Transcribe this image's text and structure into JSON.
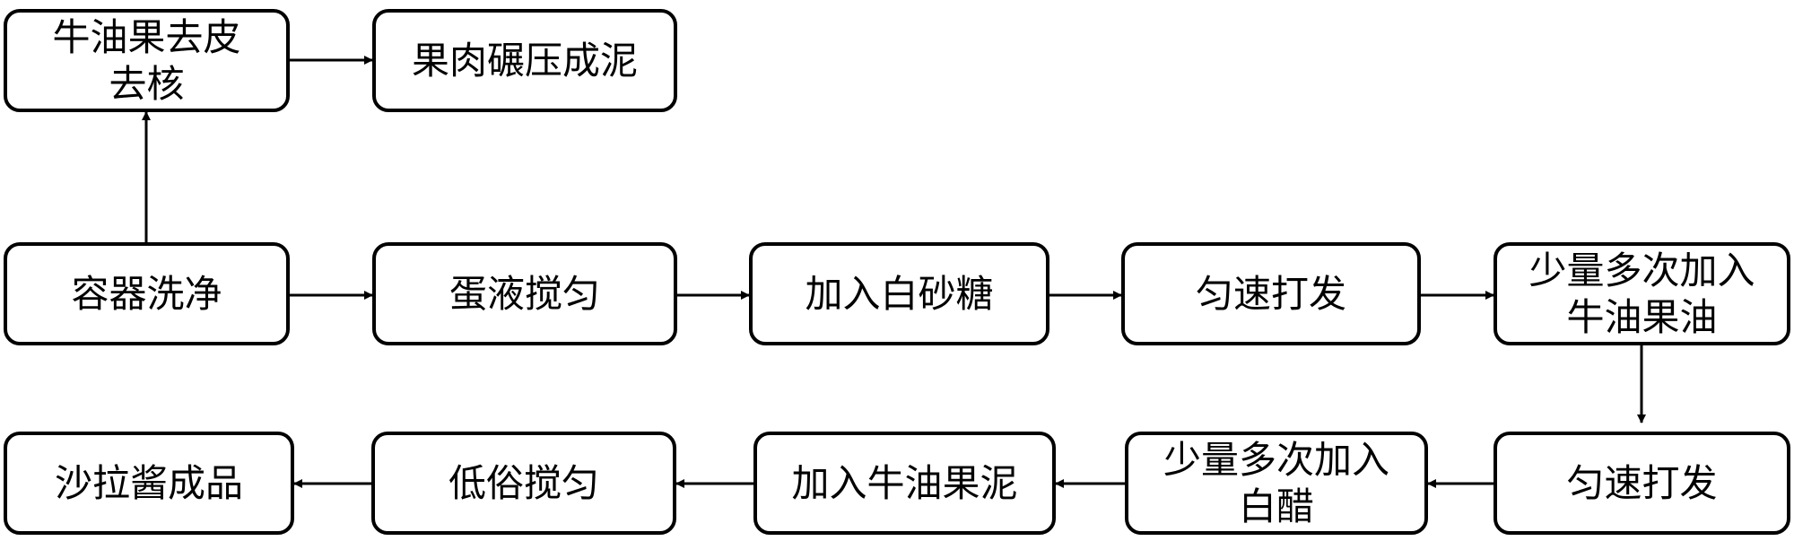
{
  "diagram": {
    "nodes": {
      "avocado_peel_pit": "牛油果去皮\n去核",
      "mash_pulp": "果肉碾压成泥",
      "clean_container": "容器洗净",
      "beat_eggs": "蛋液搅匀",
      "add_sugar": "加入白砂糖",
      "whisk_1": "匀速打发",
      "add_avocado_oil": "少量多次加入\n牛油果油",
      "whisk_2": "匀速打发",
      "add_vinegar": "少量多次加入\n白醋",
      "add_avocado_puree": "加入牛油果泥",
      "low_speed_stir": "低俗搅匀",
      "finished_mayo": "沙拉酱成品"
    },
    "edges": [
      [
        "clean_container",
        "avocado_peel_pit"
      ],
      [
        "avocado_peel_pit",
        "mash_pulp"
      ],
      [
        "clean_container",
        "beat_eggs"
      ],
      [
        "beat_eggs",
        "add_sugar"
      ],
      [
        "add_sugar",
        "whisk_1"
      ],
      [
        "whisk_1",
        "add_avocado_oil"
      ],
      [
        "add_avocado_oil",
        "whisk_2"
      ],
      [
        "whisk_2",
        "add_vinegar"
      ],
      [
        "add_vinegar",
        "add_avocado_puree"
      ],
      [
        "add_avocado_puree",
        "low_speed_stir"
      ],
      [
        "low_speed_stir",
        "finished_mayo"
      ]
    ],
    "colors": {
      "stroke": "#000000",
      "fill": "#ffffff",
      "text": "#000000"
    }
  }
}
